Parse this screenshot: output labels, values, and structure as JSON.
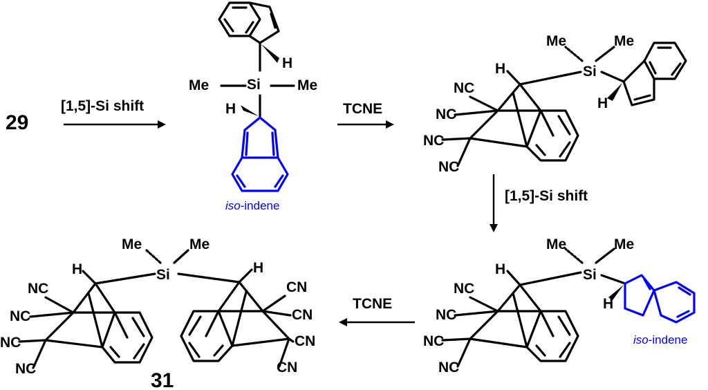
{
  "compounds": {
    "start": "29",
    "final": "31"
  },
  "steps": {
    "shift_1": "[1,5]-Si shift",
    "tcne_1": "TCNE",
    "shift_2": "[1,5]-Si shift",
    "tcne_2": "TCNE"
  },
  "atoms": {
    "me": "Me",
    "si": "Si",
    "h": "H",
    "nc": "NC",
    "cn": "CN"
  },
  "iso_indene": {
    "prefix": "iso",
    "suffix": "-indene"
  },
  "colors": {
    "ink": "#000000",
    "highlight": "#0000ff"
  }
}
